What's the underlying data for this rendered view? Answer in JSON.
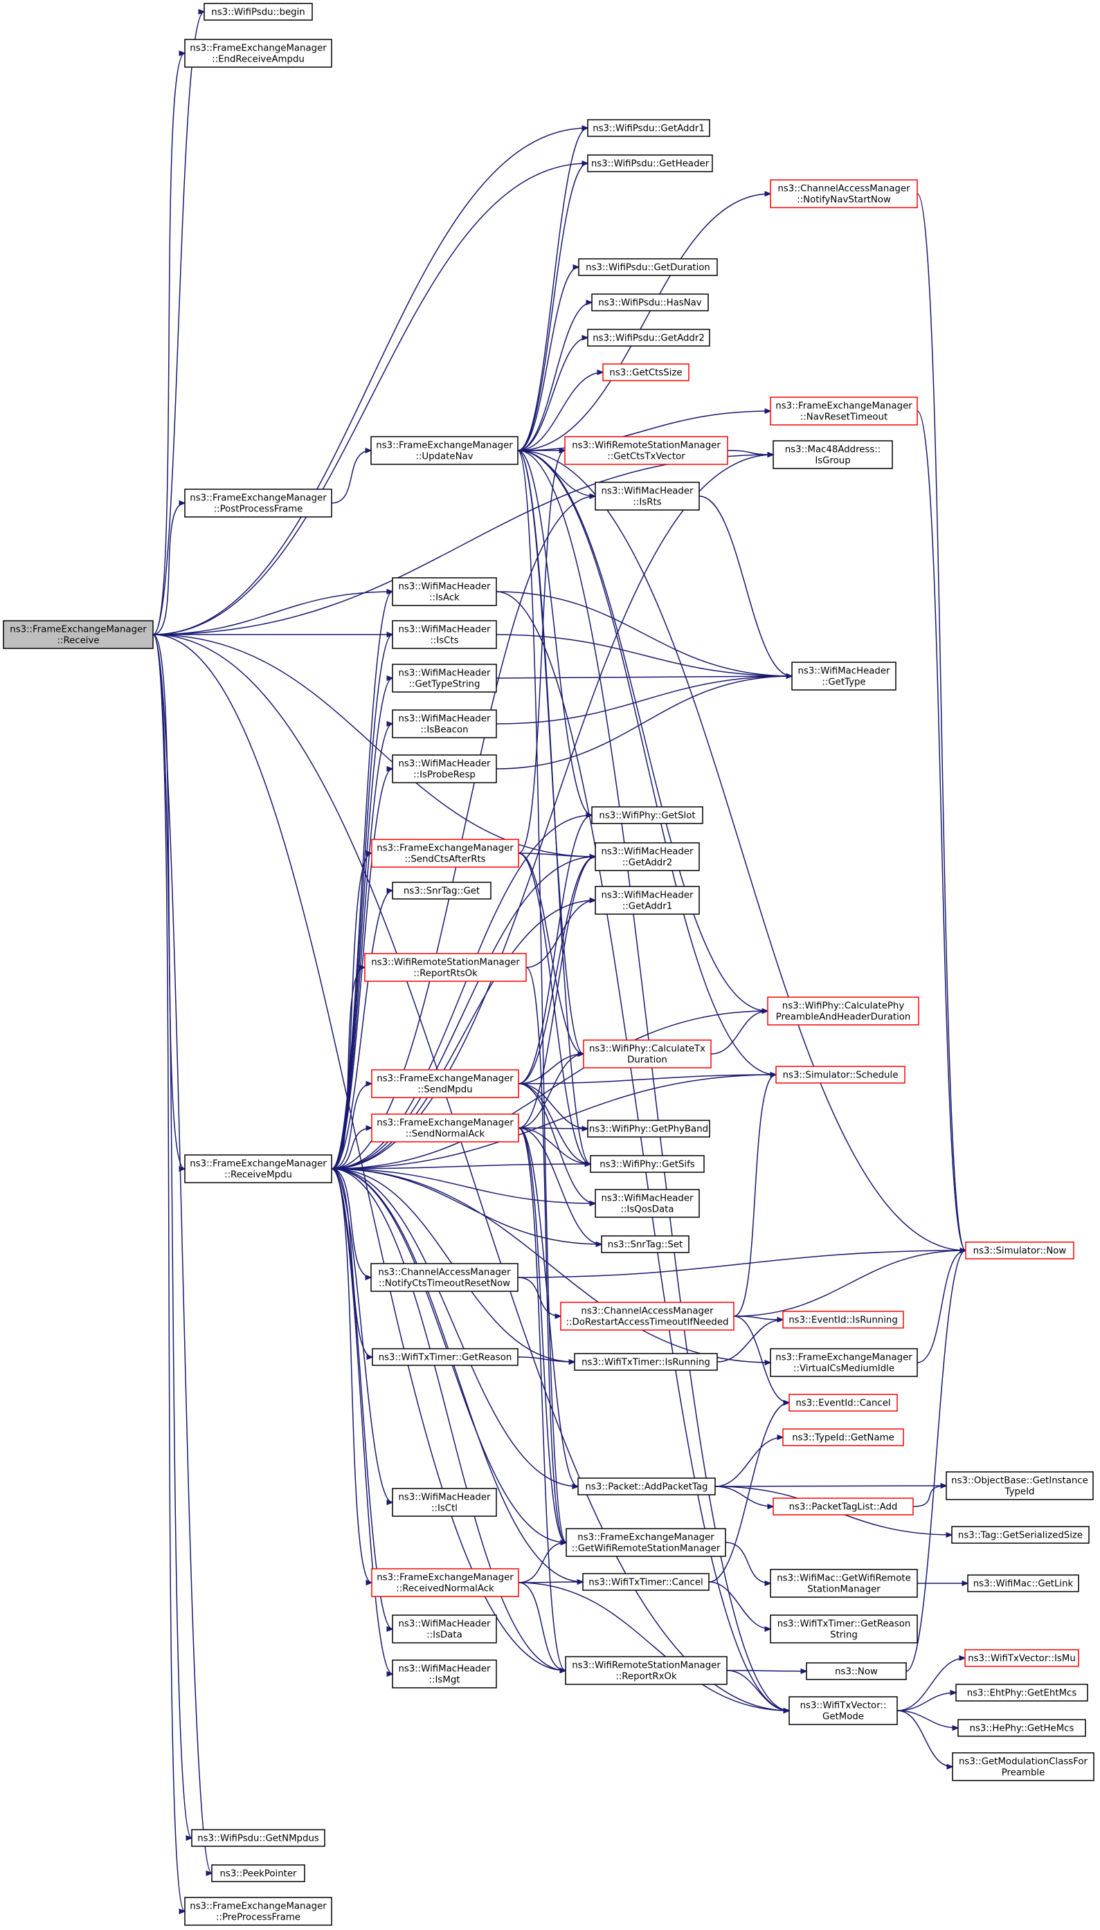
{
  "nodes": [
    {
      "id": "receive",
      "lines": [
        "ns3::FrameExchangeManager",
        "::Receive"
      ],
      "root": true
    },
    {
      "id": "psdu_begin",
      "lines": [
        "ns3::WifiPsdu::begin"
      ]
    },
    {
      "id": "end_recv_ampdu",
      "lines": [
        "ns3::FrameExchangeManager",
        "::EndReceiveAmpdu"
      ]
    },
    {
      "id": "psdu_getaddr1",
      "lines": [
        "ns3::WifiPsdu::GetAddr1"
      ]
    },
    {
      "id": "psdu_getheader",
      "lines": [
        "ns3::WifiPsdu::GetHeader"
      ]
    },
    {
      "id": "cam_navstart",
      "lines": [
        "ns3::ChannelAccessManager",
        "::NotifyNavStartNow"
      ],
      "trunc": true
    },
    {
      "id": "psdu_getduration",
      "lines": [
        "ns3::WifiPsdu::GetDuration"
      ]
    },
    {
      "id": "psdu_hasnav",
      "lines": [
        "ns3::WifiPsdu::HasNav"
      ]
    },
    {
      "id": "psdu_getaddr2",
      "lines": [
        "ns3::WifiPsdu::GetAddr2"
      ]
    },
    {
      "id": "getctssize",
      "lines": [
        "ns3::GetCtsSize"
      ],
      "trunc": true
    },
    {
      "id": "fem_navreset",
      "lines": [
        "ns3::FrameExchangeManager",
        "::NavResetTimeout"
      ],
      "trunc": true
    },
    {
      "id": "fem_updatenav",
      "lines": [
        "ns3::FrameExchangeManager",
        "::UpdateNav"
      ]
    },
    {
      "id": "wrsm_getctstx",
      "lines": [
        "ns3::WifiRemoteStationManager",
        "::GetCtsTxVector"
      ],
      "trunc": true
    },
    {
      "id": "mac48_isgroup",
      "lines": [
        "ns3::Mac48Address::",
        "IsGroup"
      ]
    },
    {
      "id": "fem_postprocess",
      "lines": [
        "ns3::FrameExchangeManager",
        "::PostProcessFrame"
      ]
    },
    {
      "id": "hdr_isrts",
      "lines": [
        "ns3::WifiMacHeader",
        "::IsRts"
      ]
    },
    {
      "id": "hdr_isack",
      "lines": [
        "ns3::WifiMacHeader",
        "::IsAck"
      ]
    },
    {
      "id": "hdr_iscts",
      "lines": [
        "ns3::WifiMacHeader",
        "::IsCts"
      ]
    },
    {
      "id": "hdr_gettype",
      "lines": [
        "ns3::WifiMacHeader",
        "::GetType"
      ]
    },
    {
      "id": "hdr_gettypestring",
      "lines": [
        "ns3::WifiMacHeader",
        "::GetTypeString"
      ]
    },
    {
      "id": "hdr_isbeacon",
      "lines": [
        "ns3::WifiMacHeader",
        "::IsBeacon"
      ]
    },
    {
      "id": "hdr_isproberesp",
      "lines": [
        "ns3::WifiMacHeader",
        "::IsProbeResp"
      ]
    },
    {
      "id": "phy_getslot",
      "lines": [
        "ns3::WifiPhy::GetSlot"
      ]
    },
    {
      "id": "fem_sendctsafterrts",
      "lines": [
        "ns3::FrameExchangeManager",
        "::SendCtsAfterRts"
      ],
      "trunc": true
    },
    {
      "id": "hdr_getaddr2",
      "lines": [
        "ns3::WifiMacHeader",
        "::GetAddr2"
      ]
    },
    {
      "id": "snrtag_get",
      "lines": [
        "ns3::SnrTag::Get"
      ]
    },
    {
      "id": "hdr_getaddr1",
      "lines": [
        "ns3::WifiMacHeader",
        "::GetAddr1"
      ]
    },
    {
      "id": "wrsm_reportrtsok",
      "lines": [
        "ns3::WifiRemoteStationManager",
        "::ReportRtsOk"
      ],
      "trunc": true
    },
    {
      "id": "phy_calcpreamble",
      "lines": [
        "ns3::WifiPhy::CalculatePhy",
        "PreambleAndHeaderDuration"
      ],
      "trunc": true
    },
    {
      "id": "phy_calctxduration",
      "lines": [
        "ns3::WifiPhy::CalculateTx",
        "Duration"
      ],
      "trunc": true
    },
    {
      "id": "fem_sendmpdu",
      "lines": [
        "ns3::FrameExchangeManager",
        "::SendMpdu"
      ],
      "trunc": true
    },
    {
      "id": "sim_schedule",
      "lines": [
        "ns3::Simulator::Schedule"
      ],
      "trunc": true
    },
    {
      "id": "fem_sendnormalack",
      "lines": [
        "ns3::FrameExchangeManager",
        "::SendNormalAck"
      ],
      "trunc": true
    },
    {
      "id": "phy_getphyband",
      "lines": [
        "ns3::WifiPhy::GetPhyBand"
      ]
    },
    {
      "id": "fem_receivempdu",
      "lines": [
        "ns3::FrameExchangeManager",
        "::ReceiveMpdu"
      ]
    },
    {
      "id": "phy_getsifs",
      "lines": [
        "ns3::WifiPhy::GetSifs"
      ]
    },
    {
      "id": "hdr_isqosdata",
      "lines": [
        "ns3::WifiMacHeader",
        "::IsQosData"
      ]
    },
    {
      "id": "snrtag_set",
      "lines": [
        "ns3::SnrTag::Set"
      ]
    },
    {
      "id": "sim_now",
      "lines": [
        "ns3::Simulator::Now"
      ],
      "trunc": true
    },
    {
      "id": "cam_notifyctstimeout",
      "lines": [
        "ns3::ChannelAccessManager",
        "::NotifyCtsTimeoutResetNow"
      ]
    },
    {
      "id": "cam_dorestart",
      "lines": [
        "ns3::ChannelAccessManager",
        "::DoRestartAccessTimeoutIfNeeded"
      ],
      "trunc": true
    },
    {
      "id": "eventid_isrunning",
      "lines": [
        "ns3::EventId::IsRunning"
      ],
      "trunc": true
    },
    {
      "id": "txtimer_getreason",
      "lines": [
        "ns3::WifiTxTimer::GetReason"
      ]
    },
    {
      "id": "txtimer_isrunning",
      "lines": [
        "ns3::WifiTxTimer::IsRunning"
      ]
    },
    {
      "id": "fem_virtualcs",
      "lines": [
        "ns3::FrameExchangeManager",
        "::VirtualCsMediumIdle"
      ]
    },
    {
      "id": "eventid_cancel",
      "lines": [
        "ns3::EventId::Cancel"
      ],
      "trunc": true
    },
    {
      "id": "typeid_getname",
      "lines": [
        "ns3::TypeId::GetName"
      ],
      "trunc": true
    },
    {
      "id": "packet_addpackettag",
      "lines": [
        "ns3::Packet::AddPacketTag"
      ]
    },
    {
      "id": "objectbase_getinstance",
      "lines": [
        "ns3::ObjectBase::GetInstance",
        "TypeId"
      ]
    },
    {
      "id": "packettaglist_add",
      "lines": [
        "ns3::PacketTagList::Add"
      ],
      "trunc": true
    },
    {
      "id": "hdr_isctl",
      "lines": [
        "ns3::WifiMacHeader",
        "::IsCtl"
      ]
    },
    {
      "id": "tag_getserializedsize",
      "lines": [
        "ns3::Tag::GetSerializedSize"
      ]
    },
    {
      "id": "fem_getwrsm",
      "lines": [
        "ns3::FrameExchangeManager",
        "::GetWifiRemoteStationManager"
      ]
    },
    {
      "id": "fem_receivednormalack",
      "lines": [
        "ns3::FrameExchangeManager",
        "::ReceivedNormalAck"
      ],
      "trunc": true
    },
    {
      "id": "txtimer_cancel",
      "lines": [
        "ns3::WifiTxTimer::Cancel"
      ]
    },
    {
      "id": "wifimac_getwrsm",
      "lines": [
        "ns3::WifiMac::GetWifiRemote",
        "StationManager"
      ]
    },
    {
      "id": "wifimac_getlink",
      "lines": [
        "ns3::WifiMac::GetLink"
      ]
    },
    {
      "id": "hdr_isdata",
      "lines": [
        "ns3::WifiMacHeader",
        "::IsData"
      ]
    },
    {
      "id": "txtimer_getreasonstring",
      "lines": [
        "ns3::WifiTxTimer::GetReason",
        "String"
      ]
    },
    {
      "id": "txvector_ismu",
      "lines": [
        "ns3::WifiTxVector::IsMu"
      ],
      "trunc": true
    },
    {
      "id": "hdr_ismgt",
      "lines": [
        "ns3::WifiMacHeader",
        "::IsMgt"
      ]
    },
    {
      "id": "wrsm_reportrxok",
      "lines": [
        "ns3::WifiRemoteStationManager",
        "::ReportRxOk"
      ]
    },
    {
      "id": "ns3_now",
      "lines": [
        "ns3::Now"
      ]
    },
    {
      "id": "txvector_getmode",
      "lines": [
        "ns3::WifiTxVector::",
        "GetMode"
      ]
    },
    {
      "id": "ehtphy_getehtmcs",
      "lines": [
        "ns3::EhtPhy::GetEhtMcs"
      ]
    },
    {
      "id": "hephy_gethemcs",
      "lines": [
        "ns3::HePhy::GetHeMcs"
      ]
    },
    {
      "id": "getmodclass",
      "lines": [
        "ns3::GetModulationClassFor",
        "Preamble"
      ]
    },
    {
      "id": "psdu_getnmpdus",
      "lines": [
        "ns3::WifiPsdu::GetNMpdus"
      ]
    },
    {
      "id": "peekpointer",
      "lines": [
        "ns3::PeekPointer"
      ]
    },
    {
      "id": "fem_preprocess",
      "lines": [
        "ns3::FrameExchangeManager",
        "::PreProcessFrame"
      ]
    }
  ],
  "edges": [
    [
      "receive",
      "psdu_begin"
    ],
    [
      "receive",
      "end_recv_ampdu"
    ],
    [
      "receive",
      "psdu_getaddr1"
    ],
    [
      "receive",
      "psdu_getheader"
    ],
    [
      "receive",
      "mac48_isgroup"
    ],
    [
      "receive",
      "fem_postprocess"
    ],
    [
      "receive",
      "hdr_isack"
    ],
    [
      "receive",
      "hdr_iscts"
    ],
    [
      "receive",
      "hdr_getaddr2"
    ],
    [
      "receive",
      "fem_receivempdu"
    ],
    [
      "receive",
      "wrsm_reportrxok"
    ],
    [
      "receive",
      "txvector_getmode"
    ],
    [
      "receive",
      "psdu_getnmpdus"
    ],
    [
      "receive",
      "peekpointer"
    ],
    [
      "receive",
      "fem_preprocess"
    ],
    [
      "fem_postprocess",
      "fem_updatenav"
    ],
    [
      "fem_updatenav",
      "psdu_getaddr1"
    ],
    [
      "fem_updatenav",
      "psdu_getheader"
    ],
    [
      "fem_updatenav",
      "cam_navstart"
    ],
    [
      "fem_updatenav",
      "psdu_getduration"
    ],
    [
      "fem_updatenav",
      "psdu_hasnav"
    ],
    [
      "fem_updatenav",
      "psdu_getaddr2"
    ],
    [
      "fem_updatenav",
      "getctssize"
    ],
    [
      "fem_updatenav",
      "fem_navreset"
    ],
    [
      "fem_updatenav",
      "wrsm_getctstx"
    ],
    [
      "fem_updatenav",
      "hdr_isrts"
    ],
    [
      "fem_updatenav",
      "sim_now"
    ],
    [
      "fem_updatenav",
      "phy_getslot"
    ],
    [
      "fem_updatenav",
      "phy_calcpreamble"
    ],
    [
      "fem_updatenav",
      "phy_calctxduration"
    ],
    [
      "fem_updatenav",
      "sim_schedule"
    ],
    [
      "fem_updatenav",
      "phy_getsifs"
    ],
    [
      "fem_updatenav",
      "fem_getwrsm"
    ],
    [
      "fem_updatenav",
      "txvector_getmode"
    ],
    [
      "cam_navstart",
      "sim_now"
    ],
    [
      "fem_navreset",
      "sim_now"
    ],
    [
      "wrsm_getctstx",
      "mac48_isgroup"
    ],
    [
      "hdr_isrts",
      "hdr_gettype"
    ],
    [
      "hdr_isack",
      "hdr_gettype"
    ],
    [
      "hdr_iscts",
      "hdr_gettype"
    ],
    [
      "hdr_gettypestring",
      "hdr_gettype"
    ],
    [
      "hdr_isbeacon",
      "hdr_gettype"
    ],
    [
      "hdr_isproberesp",
      "hdr_gettype"
    ],
    [
      "hdr_isack",
      "txvector_getmode"
    ],
    [
      "fem_receivempdu",
      "hdr_isrts"
    ],
    [
      "fem_receivempdu",
      "hdr_isack"
    ],
    [
      "fem_receivempdu",
      "hdr_iscts"
    ],
    [
      "fem_receivempdu",
      "hdr_gettypestring"
    ],
    [
      "fem_receivempdu",
      "hdr_isbeacon"
    ],
    [
      "fem_receivempdu",
      "hdr_isproberesp"
    ],
    [
      "fem_receivempdu",
      "phy_getslot"
    ],
    [
      "fem_receivempdu",
      "fem_sendctsafterrts"
    ],
    [
      "fem_receivempdu",
      "hdr_getaddr2"
    ],
    [
      "fem_receivempdu",
      "snrtag_get"
    ],
    [
      "fem_receivempdu",
      "hdr_getaddr1"
    ],
    [
      "fem_receivempdu",
      "wrsm_reportrtsok"
    ],
    [
      "fem_receivempdu",
      "phy_calcpreamble"
    ],
    [
      "fem_receivempdu",
      "fem_sendmpdu"
    ],
    [
      "fem_receivempdu",
      "sim_schedule"
    ],
    [
      "fem_receivempdu",
      "fem_sendnormalack"
    ],
    [
      "fem_receivempdu",
      "phy_getsifs"
    ],
    [
      "fem_receivempdu",
      "hdr_isqosdata"
    ],
    [
      "fem_receivempdu",
      "snrtag_set"
    ],
    [
      "fem_receivempdu",
      "cam_notifyctstimeout"
    ],
    [
      "fem_receivempdu",
      "txtimer_getreason"
    ],
    [
      "fem_receivempdu",
      "txtimer_isrunning"
    ],
    [
      "fem_receivempdu",
      "fem_virtualcs"
    ],
    [
      "fem_receivempdu",
      "packet_addpackettag"
    ],
    [
      "fem_receivempdu",
      "hdr_isctl"
    ],
    [
      "fem_receivempdu",
      "fem_getwrsm"
    ],
    [
      "fem_receivempdu",
      "fem_receivednormalack"
    ],
    [
      "fem_receivempdu",
      "txtimer_cancel"
    ],
    [
      "fem_receivempdu",
      "hdr_isdata"
    ],
    [
      "fem_receivempdu",
      "hdr_ismgt"
    ],
    [
      "fem_receivempdu",
      "wrsm_reportrxok"
    ],
    [
      "fem_receivempdu",
      "mac48_isgroup"
    ],
    [
      "fem_sendctsafterrts",
      "wrsm_getctstx"
    ],
    [
      "fem_sendctsafterrts",
      "hdr_getaddr2"
    ],
    [
      "fem_sendctsafterrts",
      "phy_getsifs"
    ],
    [
      "fem_sendctsafterrts",
      "phy_calctxduration"
    ],
    [
      "wrsm_reportrtsok",
      "fem_getwrsm"
    ],
    [
      "wrsm_reportrtsok",
      "hdr_getaddr1"
    ],
    [
      "fem_sendmpdu",
      "phy_calctxduration"
    ],
    [
      "fem_sendmpdu",
      "sim_schedule"
    ],
    [
      "fem_sendmpdu",
      "phy_getphyband"
    ],
    [
      "fem_sendmpdu",
      "phy_getsifs"
    ],
    [
      "fem_sendmpdu",
      "hdr_isqosdata"
    ],
    [
      "fem_sendmpdu",
      "hdr_getaddr2"
    ],
    [
      "fem_sendmpdu",
      "phy_getslot"
    ],
    [
      "fem_sendnormalack",
      "hdr_getaddr2"
    ],
    [
      "fem_sendnormalack",
      "phy_calctxduration"
    ],
    [
      "fem_sendnormalack",
      "phy_getphyband"
    ],
    [
      "fem_sendnormalack",
      "phy_getsifs"
    ],
    [
      "fem_sendnormalack",
      "snrtag_set"
    ],
    [
      "fem_sendnormalack",
      "fem_getwrsm"
    ],
    [
      "fem_sendnormalack",
      "packet_addpackettag"
    ],
    [
      "fem_sendnormalack",
      "wrsm_reportrxok"
    ],
    [
      "phy_calctxduration",
      "phy_calcpreamble"
    ],
    [
      "cam_notifyctstimeout",
      "sim_now"
    ],
    [
      "cam_notifyctstimeout",
      "cam_dorestart"
    ],
    [
      "cam_dorestart",
      "sim_now"
    ],
    [
      "cam_dorestart",
      "eventid_isrunning"
    ],
    [
      "cam_dorestart",
      "sim_schedule"
    ],
    [
      "cam_dorestart",
      "eventid_cancel"
    ],
    [
      "txtimer_getreason",
      "txtimer_isrunning"
    ],
    [
      "txtimer_isrunning",
      "eventid_isrunning"
    ],
    [
      "fem_virtualcs",
      "sim_now"
    ],
    [
      "packet_addpackettag",
      "typeid_getname"
    ],
    [
      "packet_addpackettag",
      "objectbase_getinstance"
    ],
    [
      "packet_addpackettag",
      "packettaglist_add"
    ],
    [
      "packet_addpackettag",
      "tag_getserializedsize"
    ],
    [
      "packettaglist_add",
      "objectbase_getinstance"
    ],
    [
      "fem_getwrsm",
      "wifimac_getwrsm"
    ],
    [
      "wifimac_getwrsm",
      "wifimac_getlink"
    ],
    [
      "fem_receivednormalack",
      "fem_getwrsm"
    ],
    [
      "fem_receivednormalack",
      "txtimer_cancel"
    ],
    [
      "fem_receivednormalack",
      "wrsm_reportrxok"
    ],
    [
      "fem_receivednormalack",
      "txvector_getmode"
    ],
    [
      "txtimer_cancel",
      "eventid_cancel"
    ],
    [
      "txtimer_cancel",
      "txtimer_getreasonstring"
    ],
    [
      "wrsm_reportrxok",
      "ns3_now"
    ],
    [
      "wrsm_reportrxok",
      "txvector_getmode"
    ],
    [
      "ns3_now",
      "sim_now"
    ],
    [
      "txvector_getmode",
      "txvector_ismu"
    ],
    [
      "txvector_getmode",
      "ehtphy_getehtmcs"
    ],
    [
      "txvector_getmode",
      "hephy_gethemcs"
    ],
    [
      "txvector_getmode",
      "getmodclass"
    ]
  ]
}
